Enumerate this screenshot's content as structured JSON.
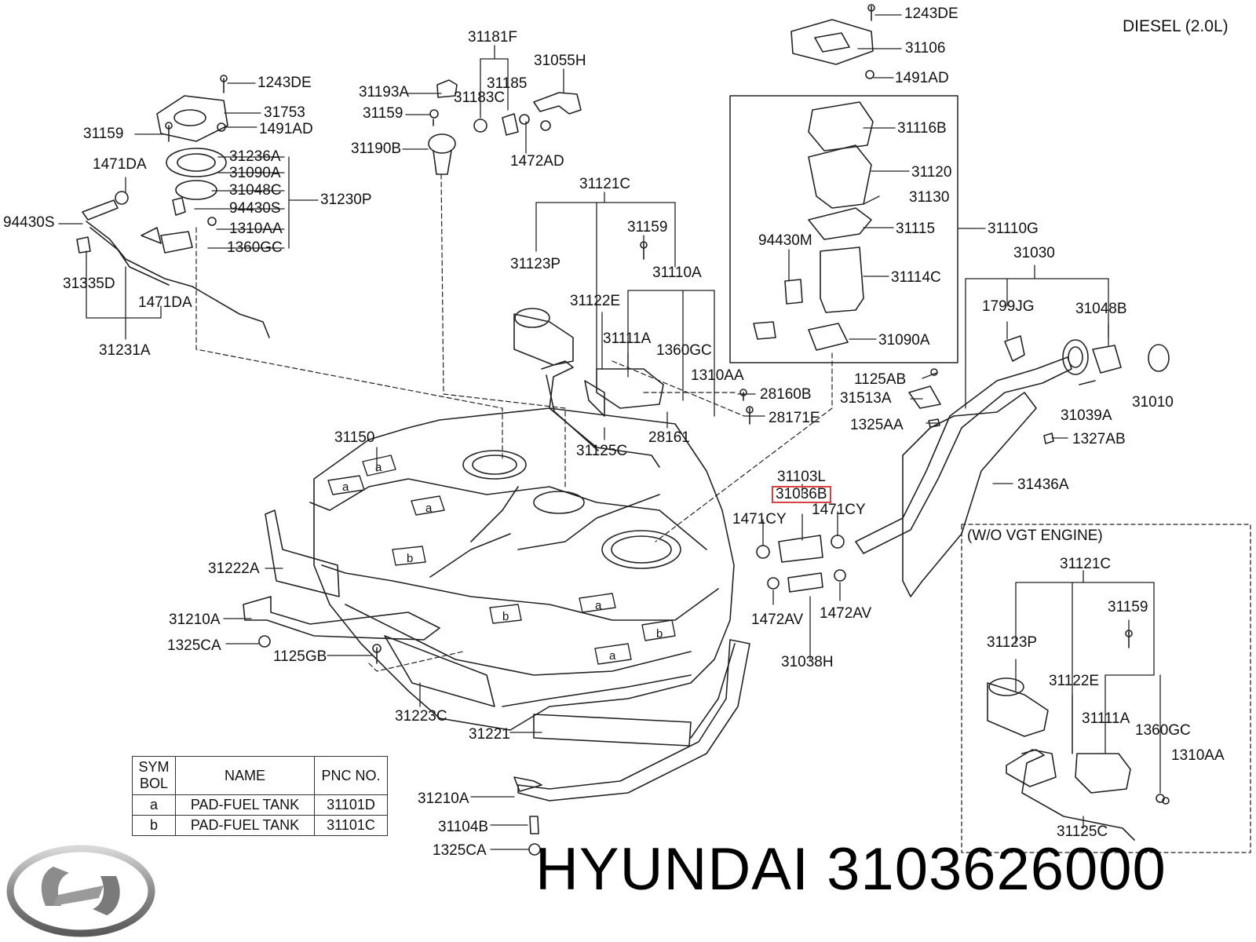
{
  "engine_note": "DIESEL (2.0L)",
  "box_title": "(W/O VGT ENGINE)",
  "brand_title": "HYUNDAI 3103626000",
  "highlighted_part": "31036B",
  "legend": {
    "headers": {
      "sym": "SYM BOL",
      "name": "NAME",
      "pnc": "PNC NO."
    },
    "rows": [
      {
        "sym": "a",
        "name": "PAD-FUEL TANK",
        "pnc": "31101D"
      },
      {
        "sym": "b",
        "name": "PAD-FUEL TANK",
        "pnc": "31101C"
      }
    ]
  },
  "pad_marks": [
    "a",
    "a",
    "a",
    "b",
    "b",
    "a",
    "b",
    "a"
  ],
  "callouts": [
    "1243DE",
    "31753",
    "1491AD",
    "31159",
    "1471DA",
    "31236A",
    "31090A",
    "31048C",
    "94430S",
    "94430S",
    "1310AA",
    "1360GC",
    "31230P",
    "31335D",
    "1471DA",
    "31231A",
    "31181F",
    "31055H",
    "31193A",
    "31185",
    "31183C",
    "31159",
    "31190B",
    "1472AD",
    "1243DE",
    "31106",
    "1491AD",
    "31116B",
    "31120",
    "31130",
    "31115",
    "31110G",
    "94430M",
    "31114C",
    "31090A",
    "31121C",
    "31159",
    "31123P",
    "31110A",
    "31122E",
    "31111A",
    "1360GC",
    "1310AA",
    "28160B",
    "28171E",
    "28161",
    "31125C",
    "31030",
    "1799JG",
    "31048B",
    "1125AB",
    "31513A",
    "1325AA",
    "31039A",
    "31010",
    "1327AB",
    "31436A",
    "31150",
    "31103L",
    "31036B",
    "1471CY",
    "1471CY",
    "1472AV",
    "1472AV",
    "31038H",
    "31222A",
    "31210A",
    "1325CA",
    "1125GB",
    "31223C",
    "31221",
    "31210A",
    "31104B",
    "1325CA",
    "31121C",
    "31159",
    "31123P",
    "31122E",
    "31111A",
    "1360GC",
    "1310AA",
    "31125C"
  ]
}
